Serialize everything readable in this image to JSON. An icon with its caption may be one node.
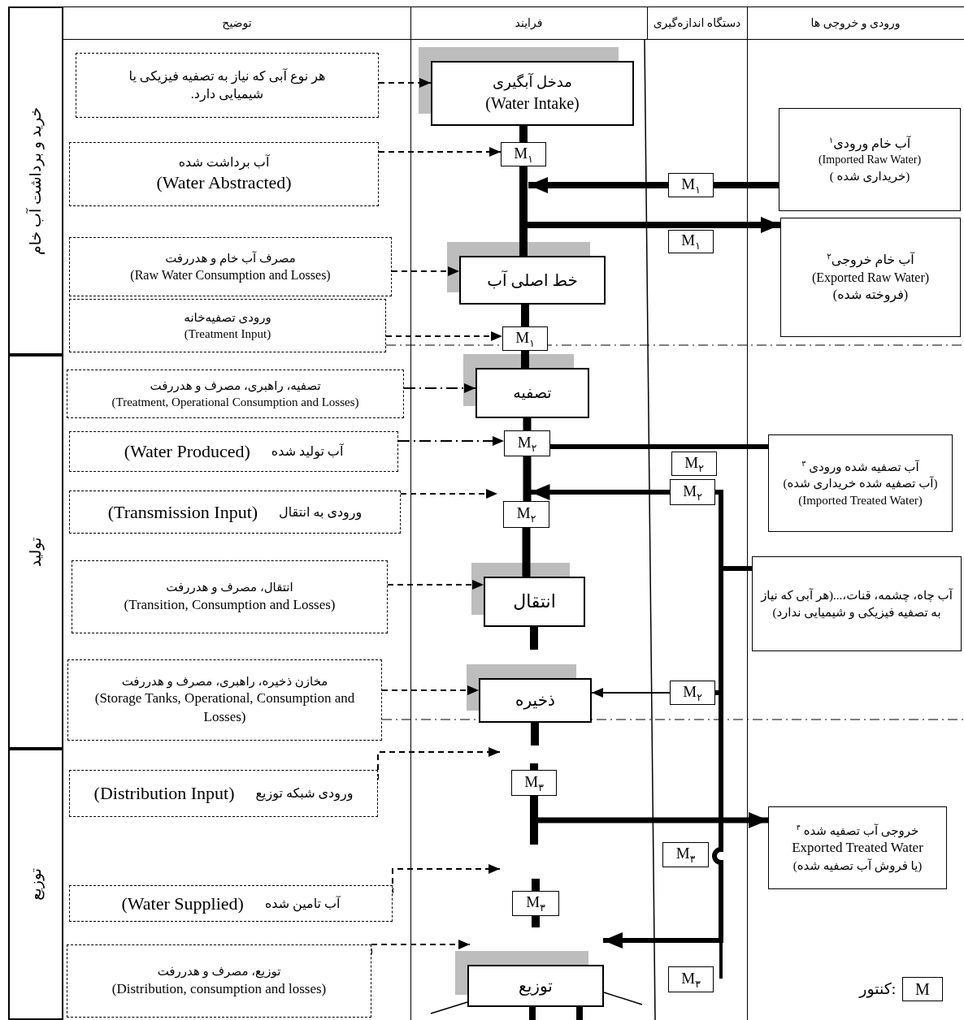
{
  "diagram": {
    "nodes": [
      {
        "text": [
          "خرید و برداشت آب خام"
        ]
      },
      {
        "text": [
          "تولید"
        ]
      },
      {
        "text": [
          "توزیع"
        ]
      },
      {
        "text": [
          "هر نوع آبی که نیاز به تصفیه فیزیکی یا شیمیایی دارد."
        ]
      },
      {
        "text": [
          "مدخل آبگیری",
          "(Water Intake)"
        ]
      },
      {
        "text": [
          "آب برداشت شده",
          "(Water Abstracted)"
        ]
      },
      {
        "text": [
          "M$_{۱}$"
        ]
      },
      {
        "text": [
          "آب خام ورودی$^{۱}$",
          "(Imported Raw Water)",
          "(خریداری شده )"
        ]
      },
      {
        "text": [
          "M$_{۱}$"
        ]
      },
      {
        "text": [
          "آب خام خروجی$^{۲}$",
          "(Exported Raw Water)",
          "(فروخته شده)"
        ]
      },
      {
        "text": [
          "M$_{۱}$"
        ]
      },
      {
        "text": [
          "مصرف آب خام و هدررفت",
          "(Raw Water Consumption and Losses)"
        ]
      },
      {
        "text": [
          "خط اصلی آب"
        ]
      },
      {
        "text": [
          "ورودی تصفیه‌خانه",
          "(Treatment Input)"
        ]
      },
      {
        "text": [
          "M$_{۱}$"
        ]
      },
      {
        "text": [
          "تصفیه، راهبری، مصرف و هدررفت",
          "(Treatment, Operational Consumption and Losses)"
        ]
      },
      {
        "text": [
          "تصفیه"
        ]
      },
      {
        "text": [
          "آب تولید شده",
          "(Water Produced)"
        ]
      },
      {
        "text": [
          "M$_{۲}$"
        ]
      },
      {
        "text": [
          "آب تصفیه شده ورودی $^{۳}$",
          "(آب تصفیه  شده خریداری شده)",
          "(Imported Treated Water)"
        ]
      },
      {
        "text": [
          "M$_{۲}$"
        ]
      },
      {
        "text": [
          "ورودی به انتقال",
          "(Transmission Input)"
        ]
      },
      {
        "text": [
          "M$_{۲}$"
        ]
      },
      {
        "text": [
          "M$_{۲}$"
        ]
      },
      {
        "text": [
          "انتقال، مصرف و هدررفت",
          "(Transition, Consumption and Losses)"
        ]
      },
      {
        "text": [
          "انتقال"
        ]
      },
      {
        "text": [
          "آب چاه، چشمه، قنات،...(هر آبی که نیاز به تصفیه فیزیکی و شیمیایی ندارد)"
        ]
      },
      {
        "text": [
          "مخازن ذخیره، راهبری، مصرف و هدررفت",
          "(Storage Tanks, Operational, Consumption and Losses)"
        ]
      },
      {
        "text": [
          "ذخیره"
        ]
      },
      {
        "text": [
          "M$_{۲}$"
        ]
      },
      {
        "text": [
          "ورودی شبکه توزیع",
          "(Distribution Input)"
        ]
      },
      {
        "text": [
          "M$_{۳}$"
        ]
      },
      {
        "text": [
          "خروجی آب تصفیه شده $^{۴}$",
          "Exported Treated Water",
          "(یا فروش آب تصفیه شده)"
        ]
      },
      {
        "text": [
          "M$_{۳}$"
        ]
      },
      {
        "text": [
          "آب تامین شده",
          "(Water Supplied)"
        ]
      },
      {
        "text": [
          "M$_{۳}$"
        ]
      },
      {
        "text": [
          "توزیع، مصرف و هدررفت",
          "(Distribution, consumption and losses)"
        ]
      },
      {
        "text": [
          "توزیع"
        ]
      },
      {
        "text": [
          "M$_{۳}$"
        ]
      },
      {
        "text": [
          "M"
        ],
        "beside": [
          ":کنتور"
        ]
      }
    ],
    "edges": [
      {
        "from": 3,
        "to": 4,
        "arrow": "to",
        "style": "dashed"
      },
      {
        "from": 5,
        "to": 6,
        "arrow": "to",
        "style": "dashed"
      },
      {
        "from": 11,
        "to": 12,
        "arrow": "to",
        "style": "dashed"
      },
      {
        "from": 13,
        "to": 14,
        "arrow": "to",
        "style": "dashed"
      },
      {
        "from": 15,
        "to": 16,
        "arrow": "to",
        "style": "dashed"
      },
      {
        "from": 17,
        "to": 18,
        "arrow": "to",
        "style": "dashed"
      },
      {
        "from": 21,
        "to": 23,
        "arrow": "to",
        "style": "dashed"
      },
      {
        "from": 24,
        "to": 25,
        "arrow": "to",
        "style": "dashed"
      },
      {
        "from": 27,
        "to": 28,
        "arrow": "to",
        "style": "dashed"
      },
      {
        "from": 30,
        "to": 31,
        "arrow": "to",
        "style": "dashed"
      },
      {
        "from": 34,
        "to": 35,
        "arrow": "to",
        "style": "dashed"
      },
      {
        "from": 36,
        "to": 37,
        "arrow": "to",
        "style": "dashed"
      },
      {
        "from": 4,
        "to": 6,
        "arrow": "none"
      },
      {
        "from": 6,
        "to": 12,
        "arrow": "none"
      },
      {
        "from": 12,
        "to": 14,
        "arrow": "none"
      },
      {
        "from": 14,
        "to": 16,
        "arrow": "none"
      },
      {
        "from": 16,
        "to": 18,
        "arrow": "none"
      },
      {
        "from": 7,
        "to": 8,
        "arrow": "none"
      },
      {
        "from": 8,
        "to": 6,
        "arrow": "to"
      },
      {
        "from": null,
        "to": 9,
        "arrow": "to"
      },
      {
        "from": 19,
        "to": 18,
        "arrow": "none"
      },
      {
        "from": 26,
        "to": 22,
        "arrow": "none"
      },
      {
        "from": 22,
        "to": 23,
        "arrow": "to"
      },
      {
        "from": 26,
        "to": 29,
        "arrow": "none"
      },
      {
        "from": 29,
        "to": 28,
        "arrow": "to"
      },
      {
        "from": 26,
        "to": 37,
        "arrow": "to"
      },
      {
        "from": 31,
        "to": 32,
        "arrow": "to"
      },
      {
        "from": 18,
        "to": 23,
        "arrow": "none"
      },
      {
        "from": 23,
        "to": 25,
        "arrow": "none"
      }
    ],
    "labels": [
      "توضیح",
      "فرایند",
      "دستگاه اندازه‌گیری",
      "ورودی و خروجی ها"
    ]
  }
}
